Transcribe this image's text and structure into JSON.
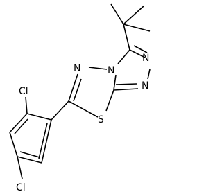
{
  "atoms": {
    "N": "N",
    "S": "S",
    "Cl": "Cl"
  },
  "colors": {
    "bond": "#000000",
    "label": "#000000",
    "background": "#ffffff"
  }
}
